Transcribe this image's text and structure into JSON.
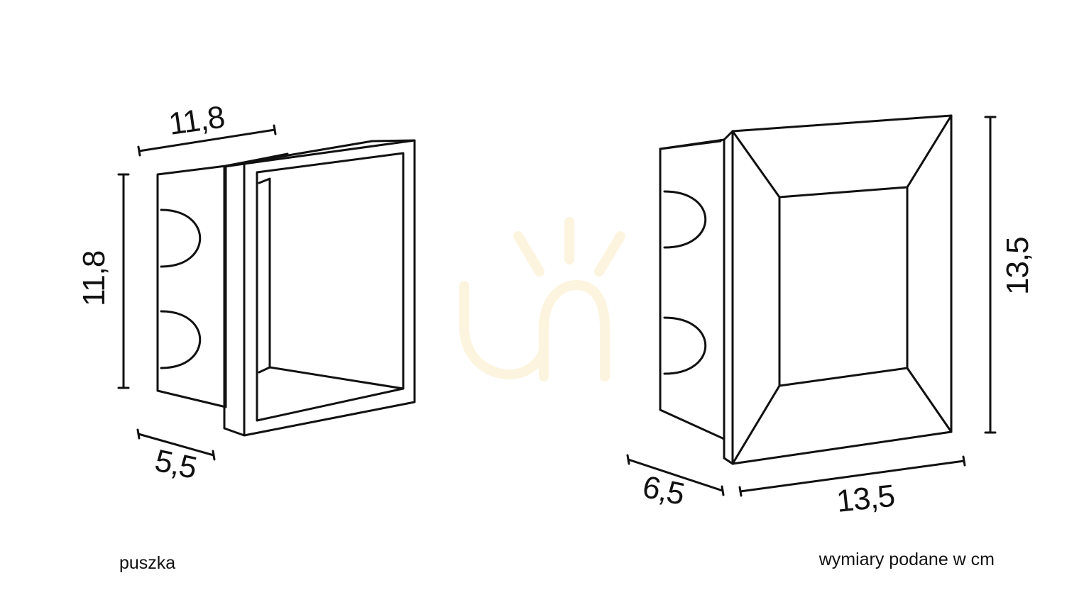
{
  "colors": {
    "stroke": "#111111",
    "watermark": "#fdf4df",
    "background": "#ffffff"
  },
  "watermark": {
    "icon": "sun-rays-logo-icon"
  },
  "left_drawing": {
    "name": "puszka",
    "caption": "puszka",
    "dim_width": "11,8",
    "dim_height": "11,8",
    "dim_depth": "5,5"
  },
  "right_drawing": {
    "dim_width": "13,5",
    "dim_height": "13,5",
    "dim_depth": "6,5"
  },
  "footer": {
    "units_note": "wymiary podane w cm"
  }
}
